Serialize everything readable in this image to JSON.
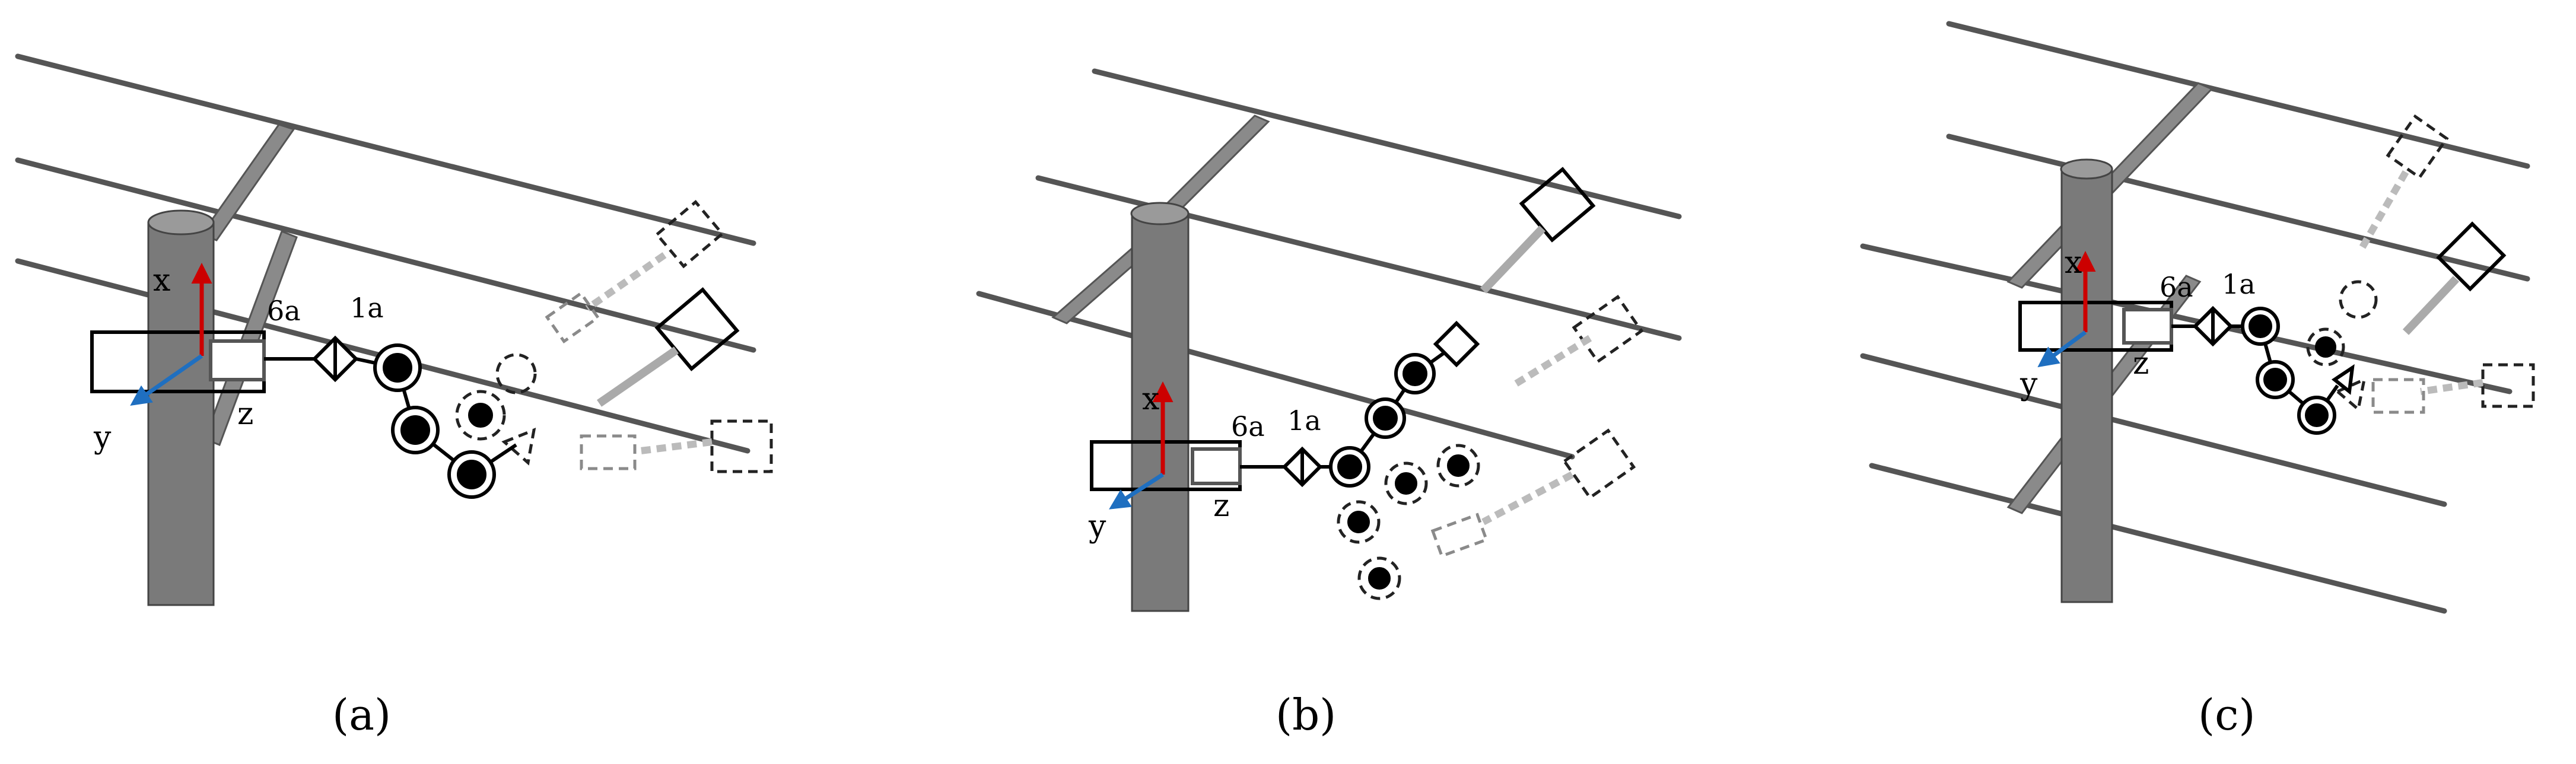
{
  "panels": [
    {
      "id": "a",
      "caption": "(a)",
      "base_label": "6a",
      "tip_label": "1a",
      "axes": {
        "x": "x",
        "y": "y",
        "z": "z"
      }
    },
    {
      "id": "b",
      "caption": "(b)",
      "base_label": "6a",
      "tip_label": "1a",
      "axes": {
        "x": "x",
        "y": "y",
        "z": "z"
      }
    },
    {
      "id": "c",
      "caption": "(c)",
      "base_label": "6a",
      "tip_label": "1a",
      "axes": {
        "x": "x",
        "y": "y",
        "z": "z"
      }
    }
  ],
  "colors": {
    "post": "#7a7a7a",
    "wire": "#555555",
    "crossbar": "#8a8a8a",
    "x_axis": "#cc0000",
    "y_axis": "#1f6fc0",
    "robot": "#000000",
    "ghost": "#9a9a9a"
  }
}
